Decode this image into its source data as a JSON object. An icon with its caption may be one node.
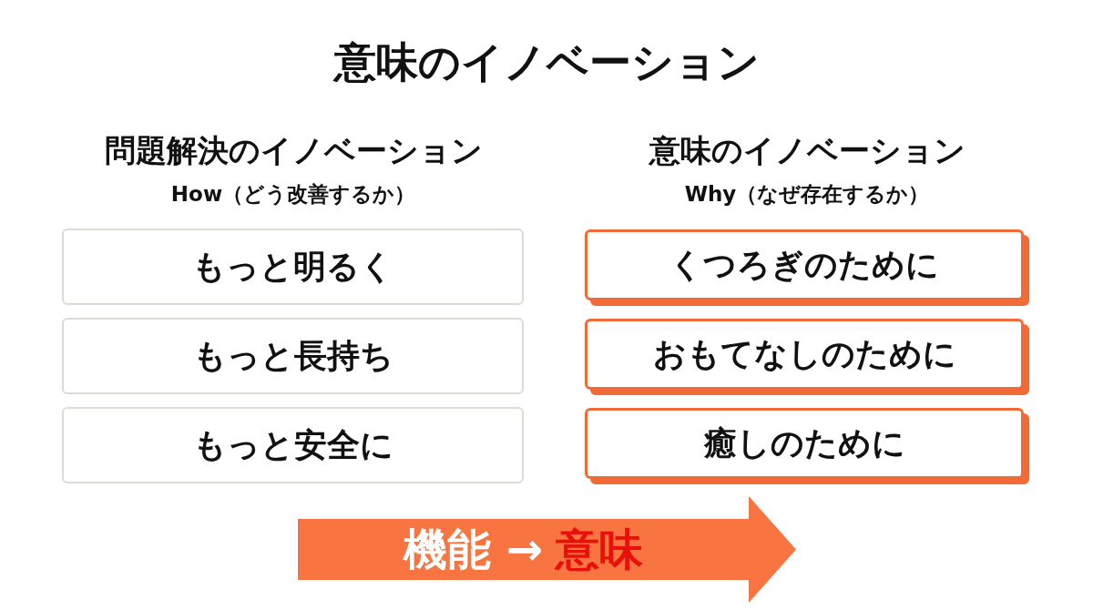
{
  "diagram": {
    "title": "意味のイノベーション",
    "nodes": [
      {
        "text": [
          "もっと明るく"
        ]
      },
      {
        "text": [
          "もっと長持ち"
        ]
      },
      {
        "text": [
          "もっと安全に"
        ]
      },
      {
        "text": [
          "くつろぎのために"
        ]
      },
      {
        "text": [
          "おもてなしのために"
        ]
      },
      {
        "text": [
          "癒しのために"
        ]
      },
      {
        "text": [
          "機能 →",
          "意味"
        ]
      }
    ],
    "edges": [],
    "labels": [
      "問題解決のイノベーション",
      "How（どう改善するか）",
      "意味のイノベーション",
      "Why（なぜ存在するか）"
    ]
  }
}
